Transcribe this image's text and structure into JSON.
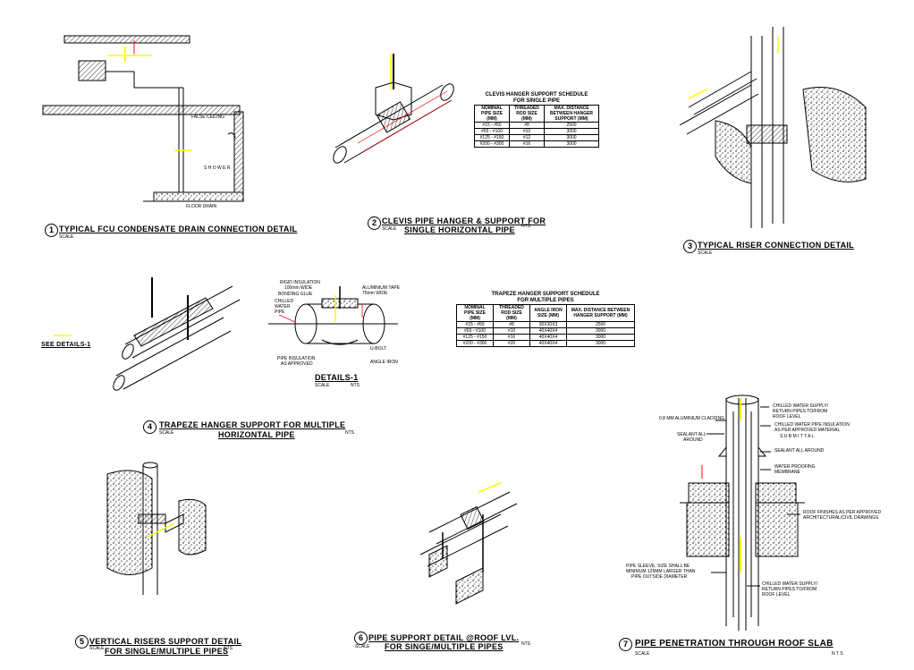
{
  "details": [
    {
      "num": "1",
      "caption": "TYPICAL FCU CONDENSATE DRAIN CONNECTION DETAIL",
      "scale": "SCALE",
      "nts": ""
    },
    {
      "num": "2",
      "caption_l1": "CLEVIS PIPE HANGER & SUPPORT FOR",
      "caption_l2": "SINGLE HORIZONTAL PIPE",
      "scale": "SCALE",
      "nts": "NTS"
    },
    {
      "num": "3",
      "caption": "TYPICAL RISER CONNECTION DETAIL",
      "scale": "SCALE",
      "nts": ""
    },
    {
      "num": "4",
      "caption_l1": "TRAPEZE HANGER SUPPORT FOR MULTIPLE",
      "caption_l2": "HORIZONTAL PIPE",
      "scale": "SCALE",
      "nts": "NTS"
    },
    {
      "num": "5",
      "caption_l1": "VERTICAL RISERS SUPPORT DETAIL",
      "caption_l2": "FOR SINGLE/MULTIPLE PIPES",
      "scale": "SCALE",
      "nts": "NTS"
    },
    {
      "num": "6",
      "caption_l1": "PIPE SUPPORT DETAIL @ROOF LVL.",
      "caption_l2": "FOR SINGE/MULTIPLE PIPES",
      "scale": "SCALE",
      "nts": "NTS"
    },
    {
      "num": "7",
      "caption": "PIPE PENETRATION THROUGH ROOF SLAB",
      "scale": "SCALE",
      "nts": "N T S"
    }
  ],
  "details1": {
    "caption": "DETAILS-1",
    "scale": "SCALE",
    "nts": "NTS"
  },
  "see_details": "SEE DETAILS-1",
  "d1_labels": {
    "rigid_insulation": "RIGID INSULATION",
    "rigid_width": "100mm WIDE",
    "bonding_glue": "BONDING GLUE",
    "chilled_water_pipe": "CHILLED WATER PIPE",
    "aluminium_tape": "ALUMINIUM TAPE",
    "aluminium_width": "75mm WIDE",
    "u_bolt": "U-BOLT",
    "angle_iron": "ANGLE IRON",
    "pipe_insulation": "PIPE INSULATION",
    "as_approved": "AS APPROVED"
  },
  "d1_fcu_labels": {
    "shower": "S H O W E R",
    "false_ceiling": "FALSE CEILING",
    "floor_drain": "FLOOR DRAIN"
  },
  "clevis_schedule": {
    "title_l1": "CLEVIS HANGER SUPPORT SCHEDULE",
    "title_l2": "FOR SINGLE PIPE",
    "headers": [
      "NOMINAL PIPE SIZE (MM)",
      "THREADED ROD SIZE (MM)",
      "MAX. DISTANCE BETWEEN HANGER SUPPORT (MM)"
    ],
    "rows": [
      [
        "#15 - #50",
        "#8",
        "2500"
      ],
      [
        "#65 - #100",
        "#10",
        "3000"
      ],
      [
        "#125 - #150",
        "#12",
        "3000"
      ],
      [
        "#200 - #300",
        "#16",
        "3000"
      ]
    ]
  },
  "trapeze_schedule": {
    "title_l1": "TRAPEZE HANGER SUPPORT SCHEDULE",
    "title_l2": "FOR MULTIPLE PIPES",
    "headers": [
      "NOMINAL PIPE SIZE (MM)",
      "THREADED ROD SIZE (MM)",
      "ANGLE IRON SIZE (MM)",
      "MAX. DISTANCE BETWEEN HANGER SUPPORT (MM)"
    ],
    "rows": [
      [
        "#15 - #50",
        "#8",
        "30X30X3",
        "2500"
      ],
      [
        "#65 - #100",
        "#10",
        "40X40X4",
        "3000"
      ],
      [
        "#125 - #150",
        "#16",
        "40X40X4",
        "3000"
      ],
      [
        "#200 - #300",
        "#20",
        "40X40X4",
        "3000"
      ]
    ]
  },
  "d7_labels": {
    "top_l1": "CHILLED WATER SUPPLY/",
    "top_l2": "RETURN PIPES TO/FROM",
    "top_l3": "ROOF LEVEL",
    "cladding": "0.8 MM ALUMINIUM CLADDING",
    "insulation_l1": "CHILLED WATER PIPE INSULATION",
    "insulation_l2": "AS PER APPROVED MATERIAL",
    "insulation_l3": "S U B M I T T A L",
    "sealant_l1": "SEALANT ALL",
    "sealant_l2": "AROUND",
    "sealant_right": "SEALANT ALL AROUND",
    "waterproof_l1": "WATER PROOFING",
    "waterproof_l2": "MEMBRANE",
    "finishes_l1": "ROOF FINISHES AS PER APPROVED",
    "finishes_l2": "ARCHITECTURAL/CIVIL DRAWINGS",
    "sleeve_l1": "PIPE SLEEVE, SIZE SHALL BE",
    "sleeve_l2": "MINIMUM 125MM LARGER THAN",
    "sleeve_l3": "PIPE OUTSIDE DIAMETER",
    "bottom_l1": "CHILLED WATER SUPPLY/",
    "bottom_l2": "RETURN PIPES TO/FROM",
    "bottom_l3": "ROOF LEVEL"
  },
  "colors": {
    "line": "#000000",
    "highlight": "#ffff00",
    "accent": "#ff0000"
  }
}
